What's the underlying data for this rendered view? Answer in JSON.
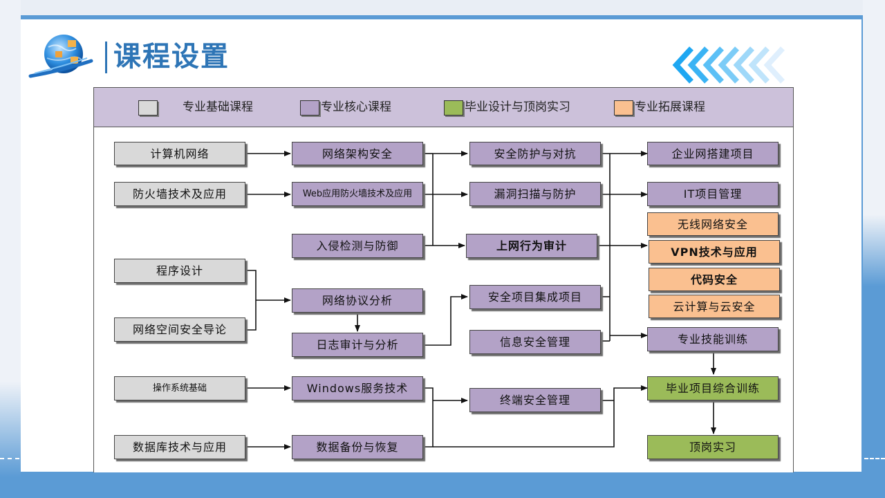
{
  "slide": {
    "title": "课程设置"
  },
  "legend": [
    {
      "label": "专业基础课程",
      "color": "#d9d9d9"
    },
    {
      "label": "专业核心课程",
      "color": "#b3a2c7"
    },
    {
      "label": "毕业设计与顶岗实习",
      "color": "#9bbb59"
    },
    {
      "label": "专业拓展课程",
      "color": "#fac090"
    }
  ],
  "courses": {
    "c1": "计算机网络",
    "c2": "防火墙技术及应用",
    "c3": "程序设计",
    "c4": "网络空间安全导论",
    "c5": "操作系统基础",
    "c6": "数据库技术与应用",
    "k1": "网络架构安全",
    "k2": "Web应用防火墙技术及应用",
    "k3": "入侵检测与防御",
    "k4": "网络协议分析",
    "k5": "日志审计与分析",
    "k6": "Windows服务技术",
    "k7": "数据备份与恢复",
    "m1": "安全防护与对抗",
    "m2": "漏洞扫描与防护",
    "m3": "上网行为审计",
    "m4": "安全项目集成项目",
    "m5": "信息安全管理",
    "m6": "终端安全管理",
    "r1": "企业网搭建项目",
    "r2": "IT项目管理",
    "e1": "无线网络安全",
    "e2": "VPN技术与应用",
    "e3": "代码安全",
    "e4": "云计算与云安全",
    "r3": "专业技能训练",
    "g1": "毕业项目综合训练",
    "g2": "顶岗实习"
  },
  "colors": {
    "accent": "#2e75b6",
    "background": "#5b9bd5"
  }
}
